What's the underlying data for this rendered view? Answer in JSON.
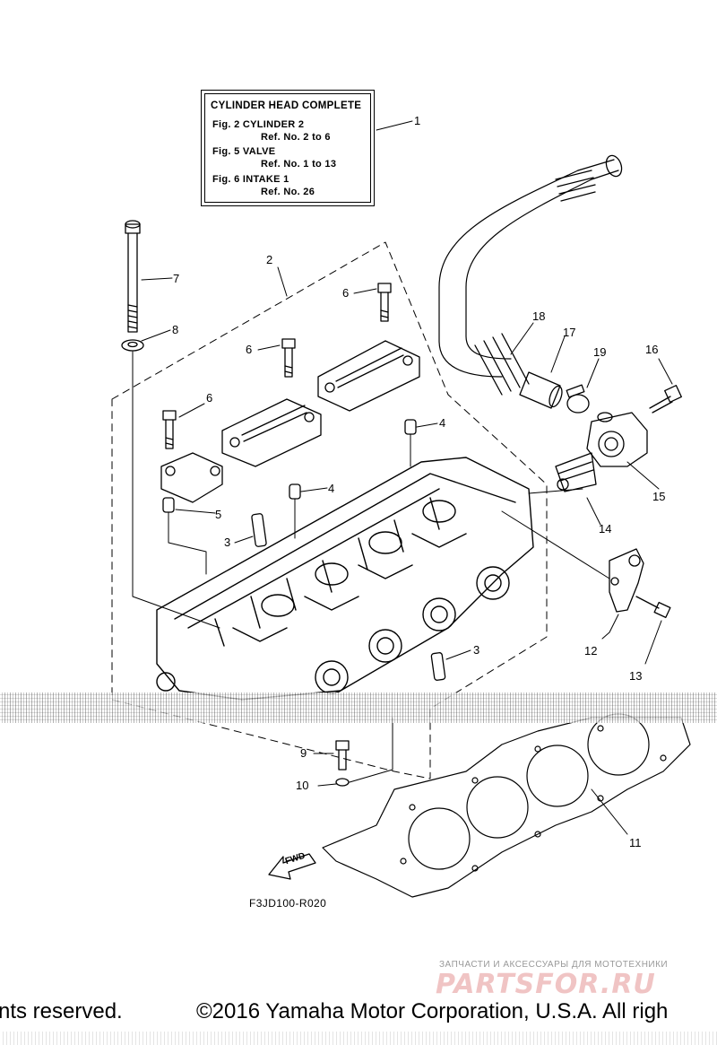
{
  "reference_box": {
    "title": "CYLINDER HEAD COMPLETE",
    "lines": [
      "Fig. 2 CYLINDER 2",
      "Ref. No. 2 to 6",
      "Fig. 5 VALVE",
      "Ref. No. 1 to 13",
      "Fig. 6 INTAKE 1",
      "Ref. No. 26"
    ]
  },
  "callouts": [
    "1",
    "2",
    "3",
    "3",
    "4",
    "4",
    "5",
    "6",
    "6",
    "6",
    "7",
    "8",
    "9",
    "10",
    "11",
    "12",
    "13",
    "14",
    "15",
    "16",
    "17",
    "18",
    "19"
  ],
  "fwd_label": "FWD",
  "drawing_code": "F3JD100-R020",
  "watermark": {
    "tagline": "ЗАПЧАСТИ И АКСЕССУАРЫ ДЛЯ МОТОТЕХНИКИ",
    "logo": "PARTSFOR.RU"
  },
  "copyright": {
    "left_fragment": "nts reserved.",
    "main": "©2016 Yamaha Motor Corporation, U.S.A. All righ"
  }
}
